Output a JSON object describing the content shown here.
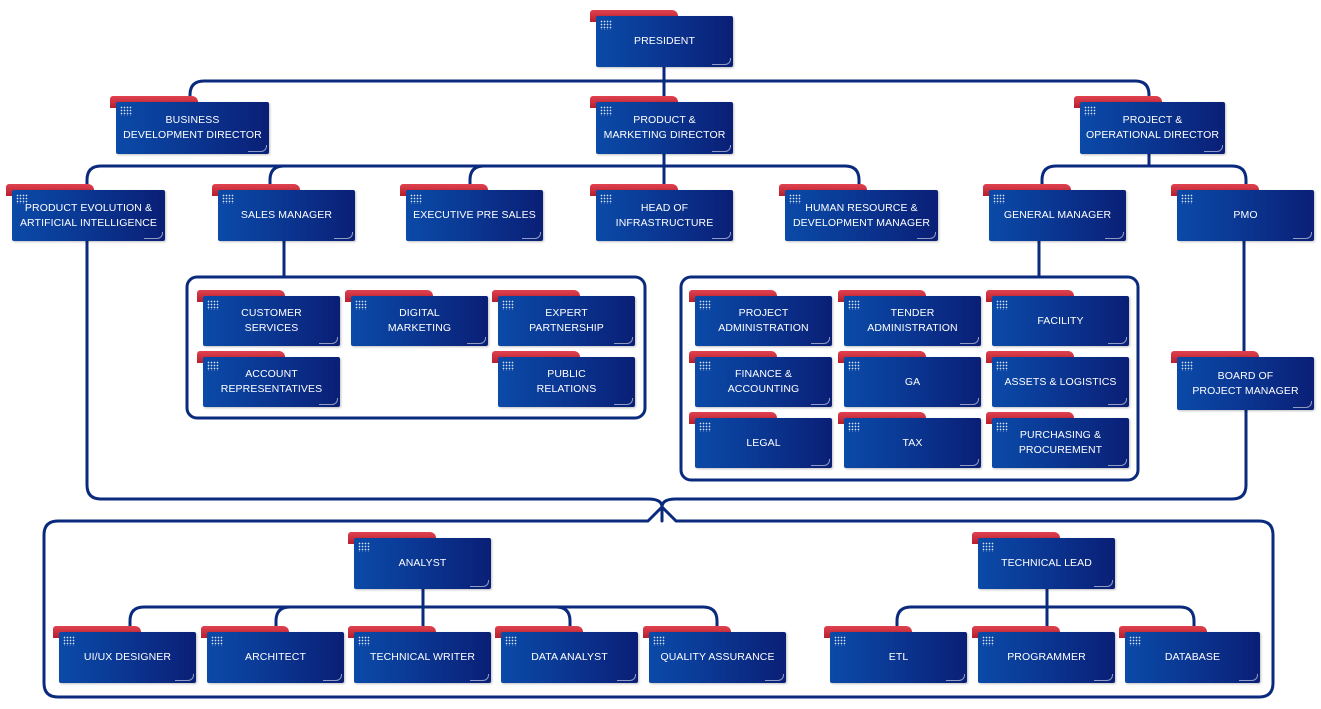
{
  "colors": {
    "line": "#0a2a7e",
    "box": "#0a3a96",
    "tab": "#c42a36",
    "text": "#ffffff"
  },
  "nodes": {
    "president": "PRESIDENT",
    "business_dev": "BUSINESS\nDEVELOPMENT DIRECTOR",
    "product_marketing": "PRODUCT &\nMARKETING DIRECTOR",
    "project_operational": "PROJECT &\nOPERATIONAL DIRECTOR",
    "product_evolution": "PRODUCT EVOLUTION &\nARTIFICIAL INTELLIGENCE",
    "sales_manager": "SALES MANAGER",
    "executive_pre_sales": "EXECUTIVE PRE SALES",
    "head_infrastructure": "HEAD OF\nINFRASTRUCTURE",
    "human_resource": "HUMAN RESOURCE &\nDEVELOPMENT MANAGER",
    "general_manager": "GENERAL MANAGER",
    "pmo": "PMO",
    "customer_services": "CUSTOMER\nSERVICES",
    "digital_marketing": "DIGITAL\nMARKETING",
    "expert_partnership": "EXPERT\nPARTNERSHIP",
    "account_representatives": "ACCOUNT\nREPRESENTATIVES",
    "public_relations": "PUBLIC\nRELATIONS",
    "project_administration": "PROJECT\nADMINISTRATION",
    "tender_administration": "TENDER\nADMINISTRATION",
    "facility": "FACILITY",
    "finance_accounting": "FINANCE &\nACCOUNTING",
    "ga": "GA",
    "assets_logistics": "ASSETS & LOGISTICS",
    "legal": "LEGAL",
    "tax": "TAX",
    "purchasing_procurement": "PURCHASING &\nPROCUREMENT",
    "board_project_manager": "BOARD OF\nPROJECT MANAGER",
    "analyst": "ANALYST",
    "technical_lead": "TECHNICAL LEAD",
    "uiux_designer": "UI/UX DESIGNER",
    "architect": "ARCHITECT",
    "technical_writer": "TECHNICAL WRITER",
    "data_analyst": "DATA ANALYST",
    "quality_assurance": "QUALITY ASSURANCE",
    "etl": "ETL",
    "programmer": "PROGRAMMER",
    "database": "DATABASE"
  }
}
